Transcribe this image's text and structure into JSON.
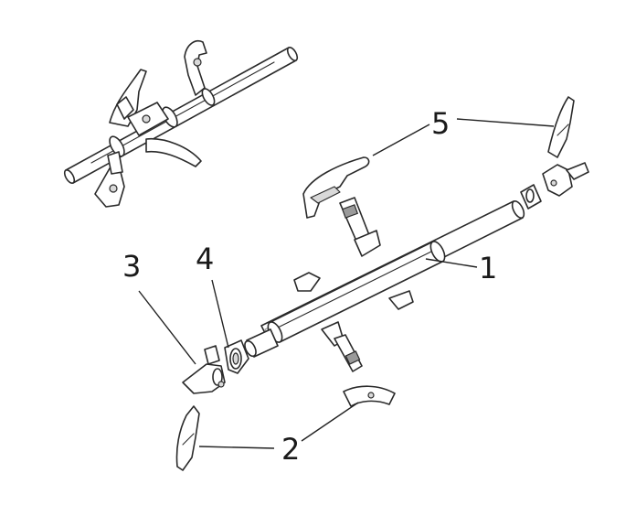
{
  "callouts": [
    {
      "id": "1",
      "text": "1"
    },
    {
      "id": "2",
      "text": "2"
    },
    {
      "id": "3",
      "text": "3"
    },
    {
      "id": "4",
      "text": "4"
    },
    {
      "id": "5",
      "text": "5"
    }
  ],
  "colors": {
    "line": "#2a2a2a",
    "background": "#ffffff",
    "shade": "#d9d9d9"
  }
}
